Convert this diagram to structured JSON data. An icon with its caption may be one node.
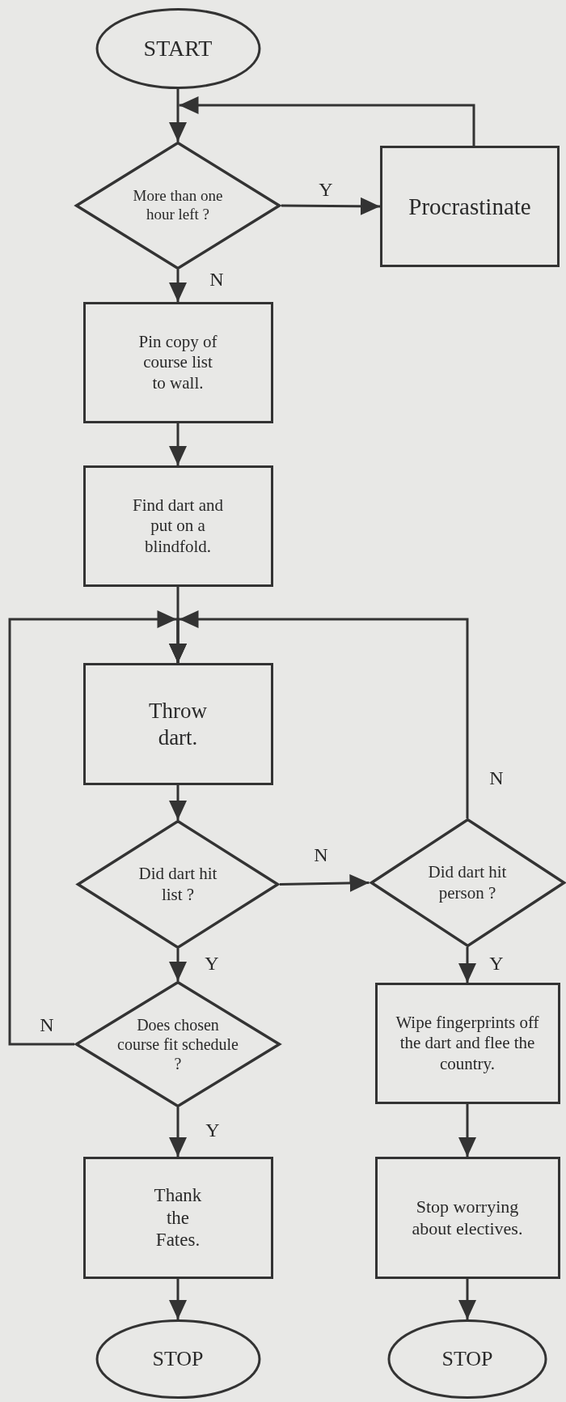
{
  "diagram": {
    "nodes": [
      {
        "text": [
          "START"
        ]
      },
      {
        "text": [
          "More than one hour left ?"
        ]
      },
      {
        "text": [
          "Procrastinate"
        ]
      },
      {
        "text": [
          "Pin copy of course list to wall."
        ]
      },
      {
        "text": [
          "Find dart and put on a blindfold."
        ]
      },
      {
        "text": [
          "Throw dart."
        ]
      },
      {
        "text": [
          "Did dart hit list ?"
        ]
      },
      {
        "text": [
          "Did dart hit person ?"
        ]
      },
      {
        "text": [
          "Does chosen course fit schedule ?"
        ]
      },
      {
        "text": [
          "Wipe fingerprints off the dart and flee the country."
        ]
      },
      {
        "text": [
          "Thank the Fates."
        ]
      },
      {
        "text": [
          "Stop worrying about electives."
        ]
      },
      {
        "text": [
          "STOP"
        ]
      },
      {
        "text": [
          "STOP"
        ]
      }
    ],
    "edges": [
      {
        "from": 0,
        "to": 1,
        "arrow": "to"
      },
      {
        "from": 1,
        "to": 2,
        "arrow": "to",
        "label": "Y"
      },
      {
        "from": 2,
        "to": 1,
        "arrow": "to"
      },
      {
        "from": 1,
        "to": 3,
        "arrow": "to",
        "label": "N"
      },
      {
        "from": 3,
        "to": 4,
        "arrow": "to"
      },
      {
        "from": 4,
        "to": 5,
        "arrow": "to"
      },
      {
        "from": 5,
        "to": 6,
        "arrow": "to"
      },
      {
        "from": 6,
        "to": 7,
        "arrow": "to",
        "label": "N"
      },
      {
        "from": 6,
        "to": 8,
        "arrow": "to",
        "label": "Y"
      },
      {
        "from": 8,
        "to": 10,
        "arrow": "to",
        "label": "Y"
      },
      {
        "from": 8,
        "to": 5,
        "arrow": "to",
        "label": "N"
      },
      {
        "from": 7,
        "to": 5,
        "arrow": "to",
        "label": "N"
      },
      {
        "from": 7,
        "to": 9,
        "arrow": "to",
        "label": "Y"
      },
      {
        "from": 9,
        "to": 11,
        "arrow": "to"
      },
      {
        "from": 10,
        "to": 12,
        "arrow": "to"
      },
      {
        "from": 11,
        "to": 13,
        "arrow": "to"
      }
    ]
  }
}
